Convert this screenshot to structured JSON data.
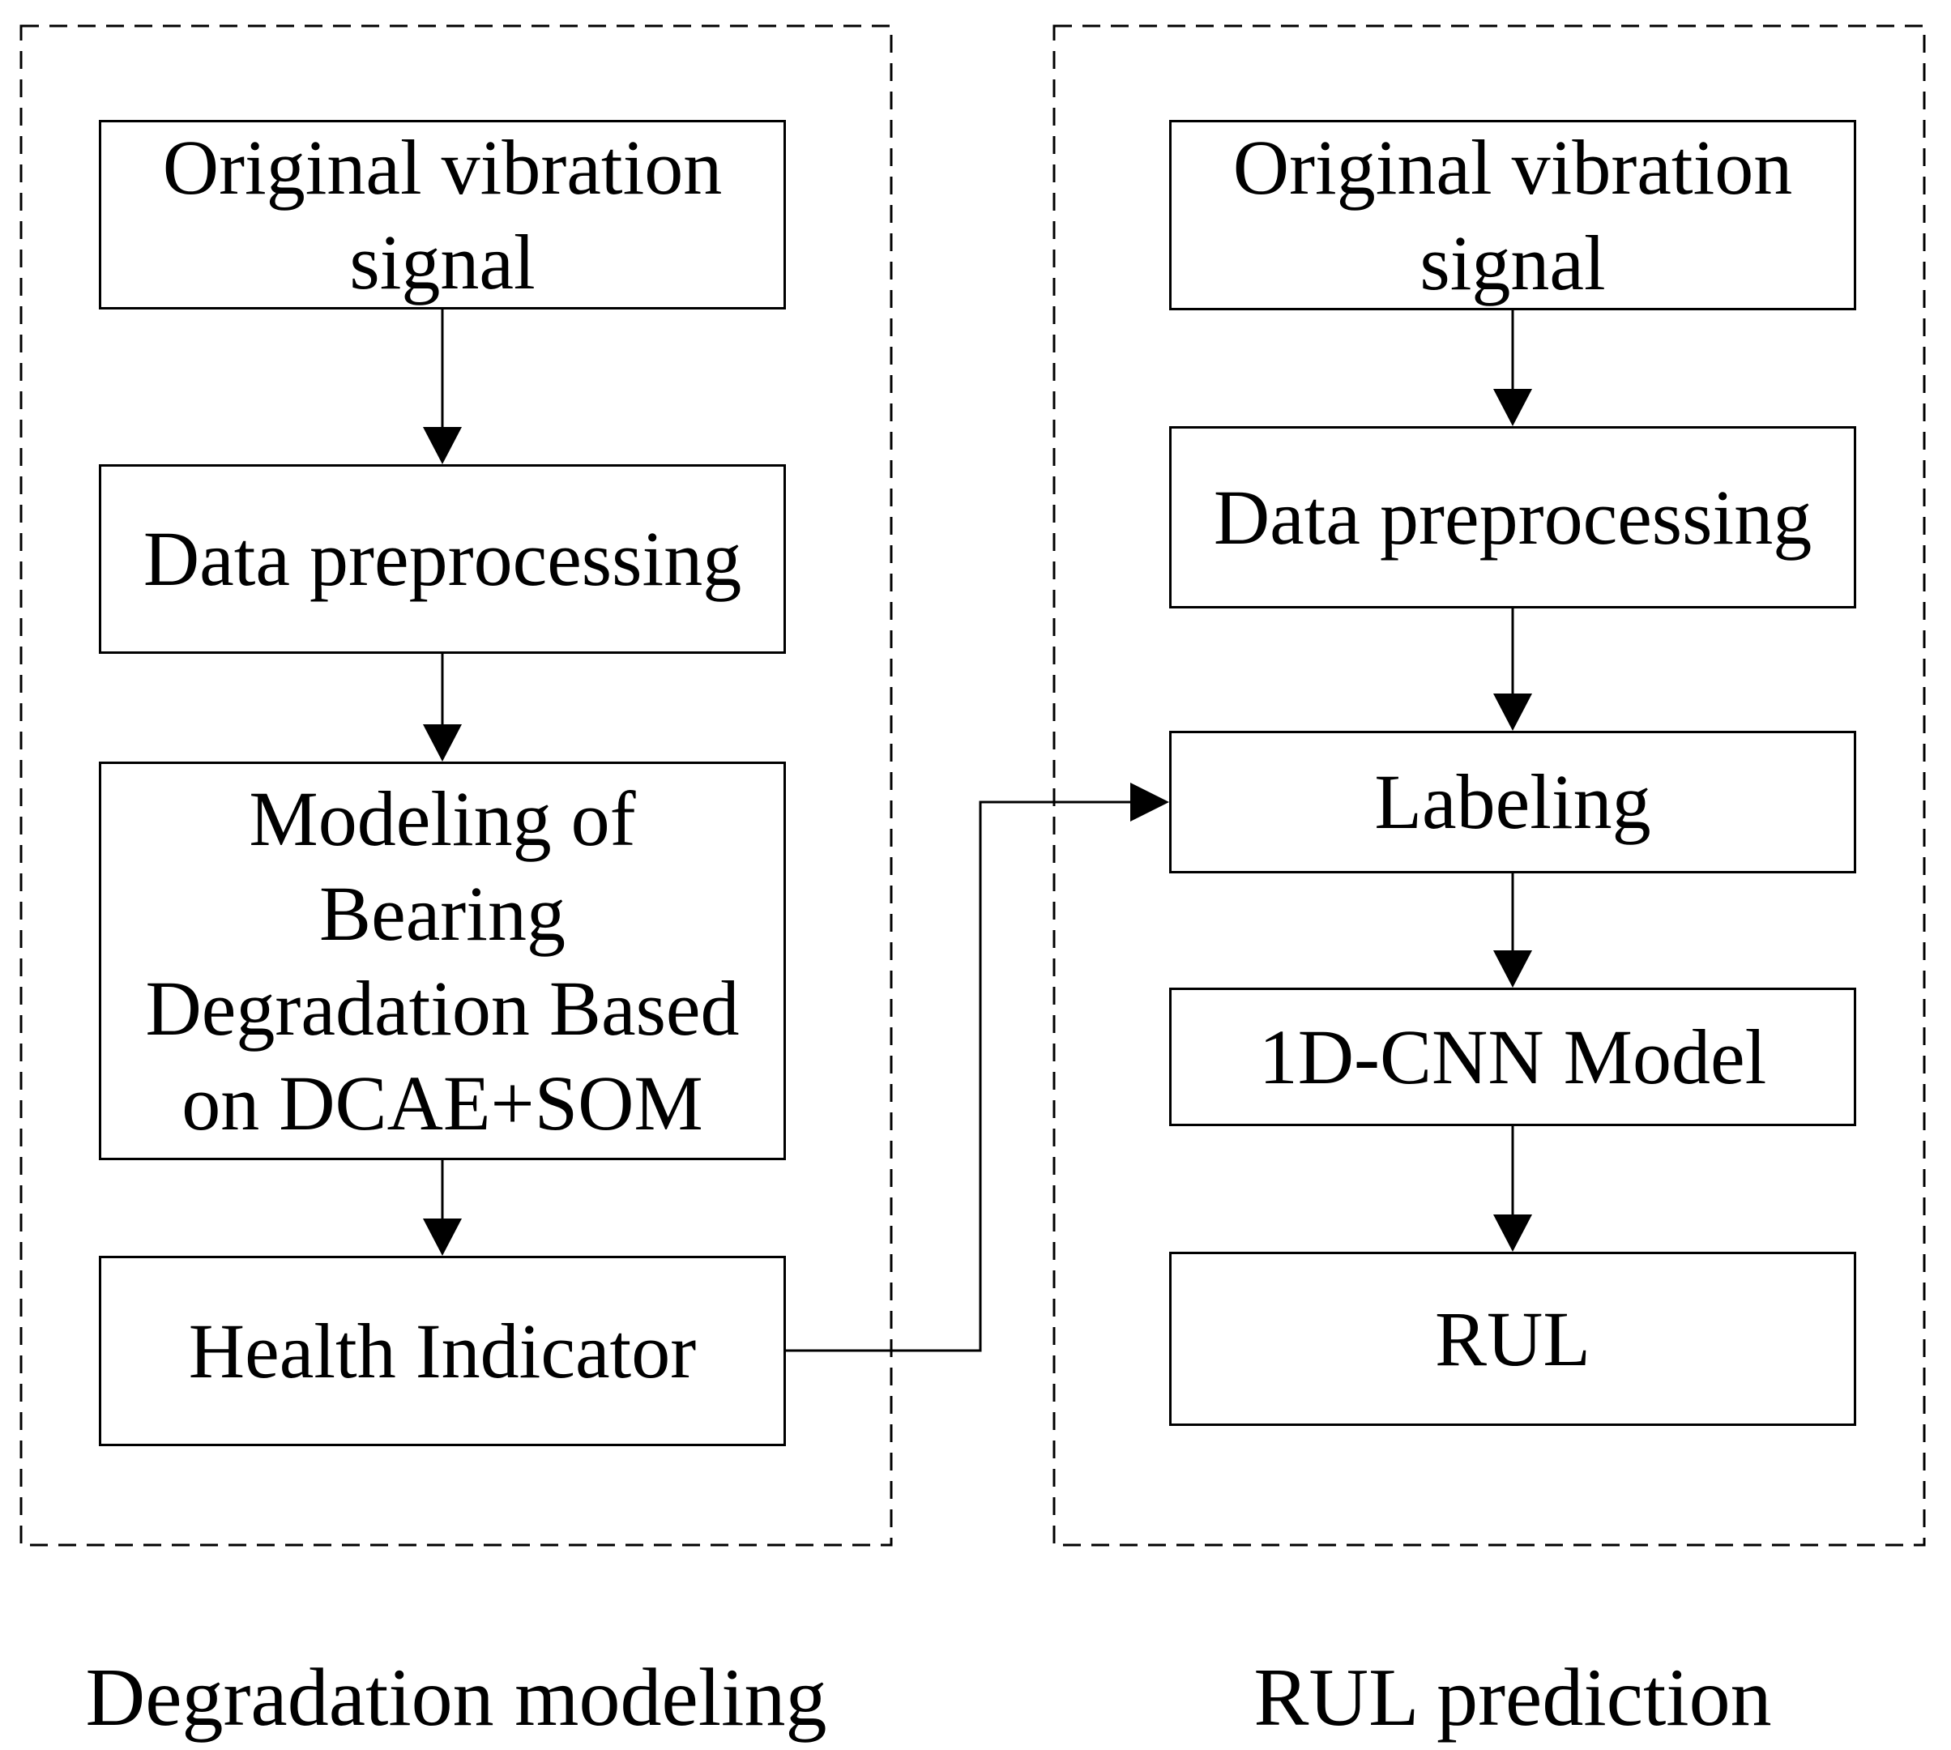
{
  "figure": {
    "background_color": "#ffffff",
    "line_color": "#000000"
  },
  "panels": [
    {
      "name": "degradation-modeling",
      "caption": "Degradation modeling",
      "boxes": [
        {
          "label": "Original vibration signal",
          "lines": [
            "Original vibration",
            "signal"
          ]
        },
        {
          "label": "Data preprocessing",
          "lines": [
            "Data preprocessing"
          ]
        },
        {
          "label": "Modeling of Bearing Degradation Based on DCAE+SOM",
          "lines": [
            "Modeling of",
            "Bearing",
            "Degradation Based",
            "on DCAE+SOM"
          ]
        },
        {
          "label": "Health Indicator",
          "lines": [
            "Health Indicator"
          ]
        }
      ]
    },
    {
      "name": "rul-prediction",
      "caption": "RUL prediction",
      "boxes": [
        {
          "label": "Original vibration signal",
          "lines": [
            "Original vibration",
            "signal"
          ]
        },
        {
          "label": "Data preprocessing",
          "lines": [
            "Data preprocessing"
          ]
        },
        {
          "label": "Labeling",
          "lines": [
            "Labeling"
          ]
        },
        {
          "label": "1D-CNN Model",
          "lines": [
            "1D-CNN Model"
          ]
        },
        {
          "label": "RUL",
          "lines": [
            "RUL"
          ]
        }
      ]
    }
  ]
}
